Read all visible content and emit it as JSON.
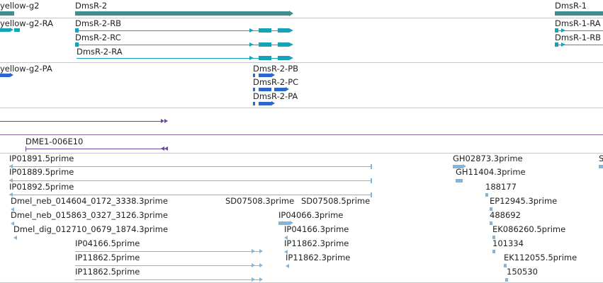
{
  "colors": {
    "gene": "#3f8f8f",
    "transcript_teal": "#15a3bb",
    "transcript_blue": "#2c68c9",
    "clone_purple": "#6a4a9a",
    "est": "#7fb6dd",
    "separator": "#c8c8c8"
  },
  "tracks": {
    "genes": {
      "yellow_g2": "yellow-g2",
      "dmsr2": "DmsR-2",
      "dmsr1": "DmsR-1"
    },
    "transcripts_teal": {
      "yellow_g2_ra": "yellow-g2-RA",
      "dmsr2_rb": "DmsR-2-RB",
      "dmsr2_rc": "DmsR-2-RC",
      "dmsr2_ra": "DmsR-2-RA",
      "dmsr1_ra": "DmsR-1-RA",
      "dmsr1_rb": "DmsR-1-RB"
    },
    "proteins_blue": {
      "yellow_g2_pa": "yellow-g2-PA",
      "dmsr2_pb": "DmsR-2-PB",
      "dmsr2_pc": "DmsR-2-PC",
      "dmsr2_pa": "DmsR-2-PA"
    },
    "clones": {
      "dme1": "DME1-006E10"
    },
    "ests": {
      "ip01891": "IP01891.5prime",
      "ip01889": "IP01889.5prime",
      "ip01892": "IP01892.5prime",
      "neb014604": "Dmel_neb_014604_0172_3338.3prime",
      "neb015863": "Dmel_neb_015863_0327_3126.3prime",
      "dig012710": "Dmel_dig_012710_0679_1874.3prime",
      "ip04166_5": "IP04166.5prime",
      "ip11862_5a": "IP11862.5prime",
      "ip11862_5b": "IP11862.5prime",
      "sd07508_3": "SD07508.3prime",
      "sd07508_5": "SD07508.5prime",
      "ip04066": "IP04066.3prime",
      "ip04166_3": "IP04166.3prime",
      "ip11862_3a": "IP11862.3prime",
      "ip11862_3b": "IP11862.3prime",
      "gh02873": "GH02873.3prime",
      "gh11404": "GH11404.3prime",
      "n188177": "188177",
      "ep12945": "EP12945.3prime",
      "n488692": "488692",
      "ek086260": "EK086260.5prime",
      "n101334": "101334",
      "ek112055": "EK112055.5prime",
      "n150530": "150530",
      "cut_s": "S"
    }
  }
}
